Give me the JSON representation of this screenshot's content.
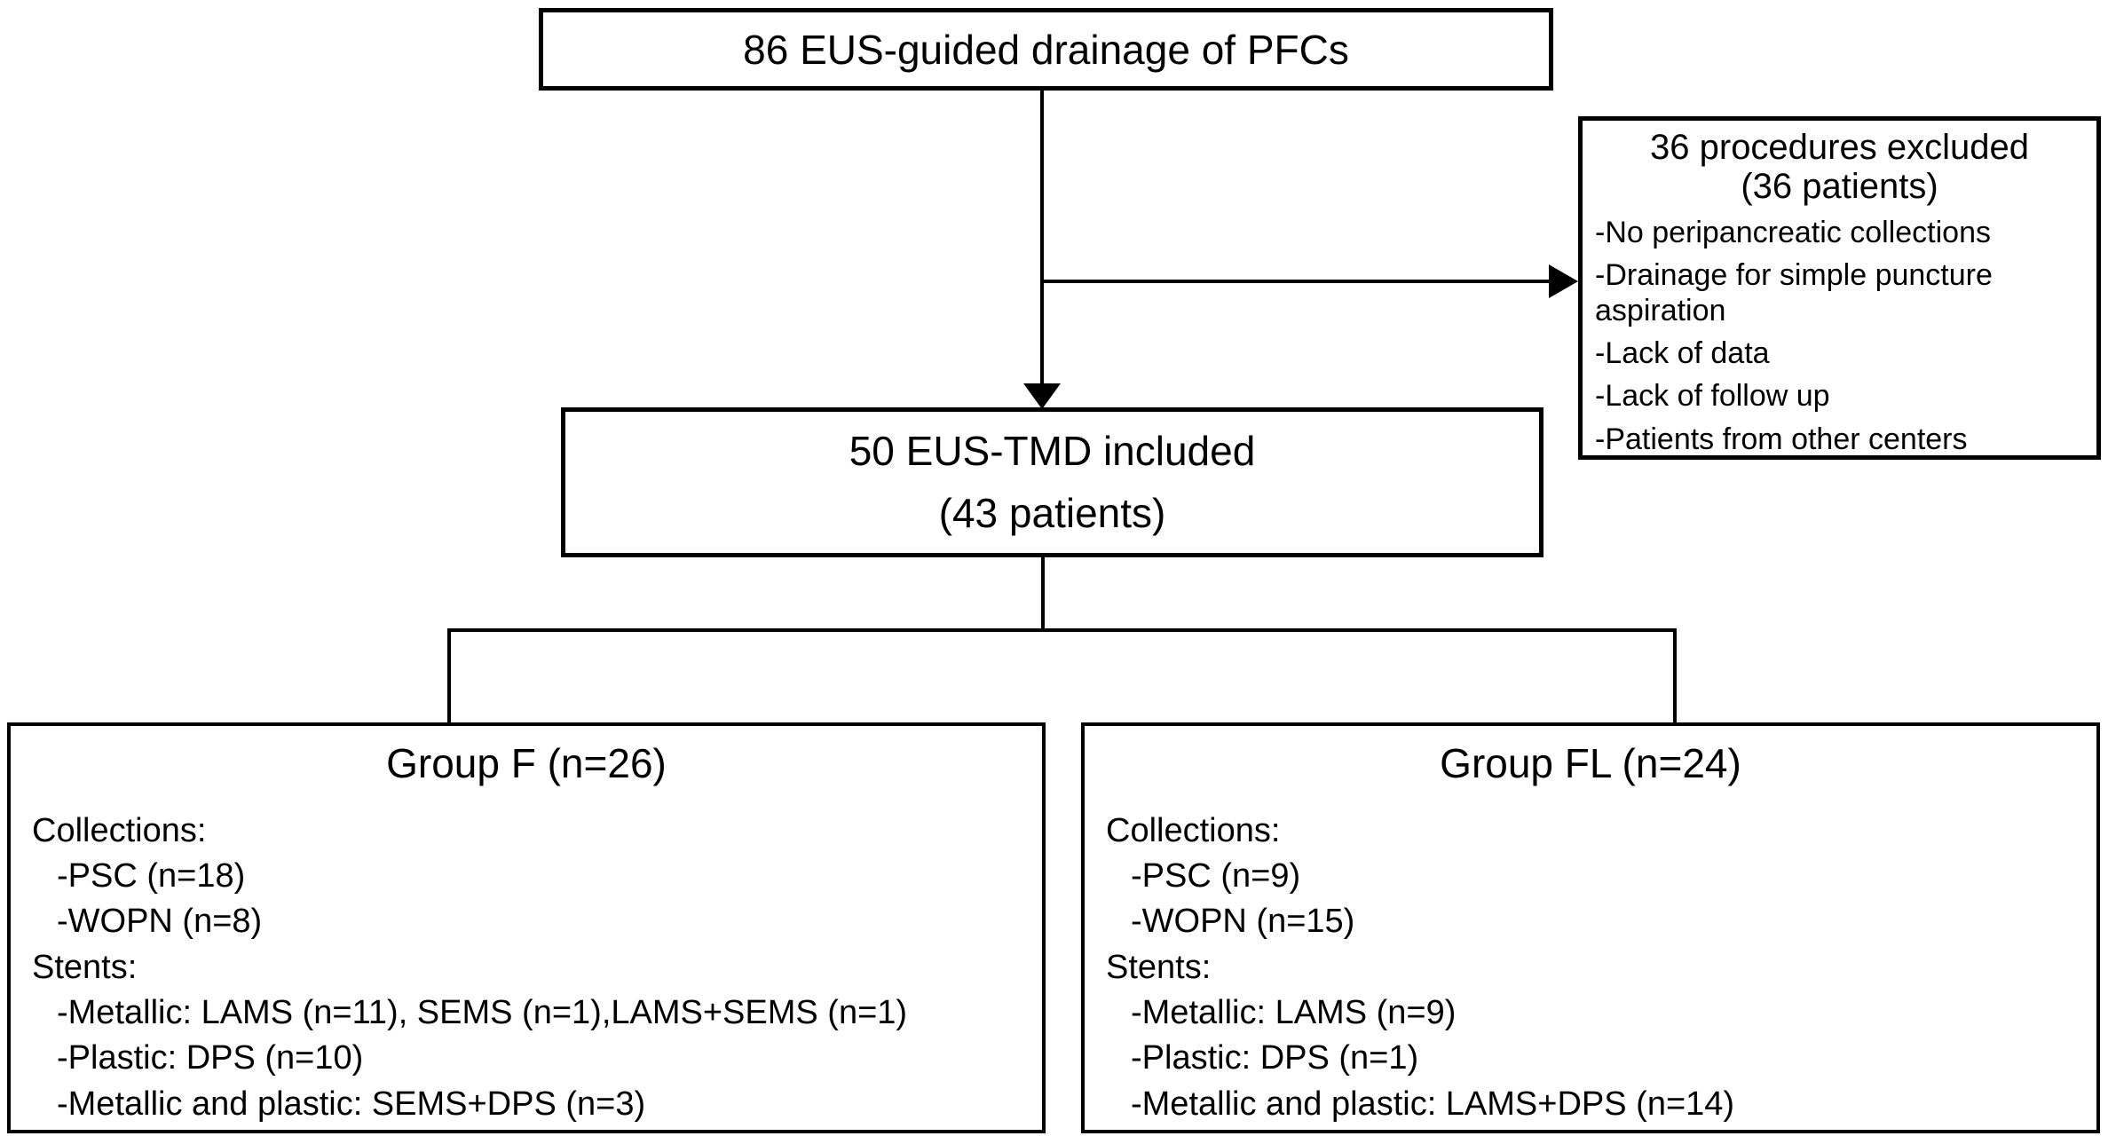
{
  "figure": {
    "background": "#ffffff",
    "line_color": "#000000",
    "source_box": {
      "text": "86 EUS-guided drainage of PFCs"
    },
    "excluded_box": {
      "title_line1": "36 procedures excluded",
      "title_line2": "(36 patients)",
      "items": [
        "-No peripancreatic collections",
        "-Drainage for simple puncture aspiration",
        "-Lack of data",
        "-Lack of follow up",
        "-Patients from other centers"
      ]
    },
    "included_box": {
      "line1": "50 EUS-TMD included",
      "line2": "(43 patients)"
    },
    "group_f": {
      "title": "Group F (n=26)",
      "collections_label": "Collections:",
      "collections": [
        "-PSC (n=18)",
        "-WOPN (n=8)"
      ],
      "stents_label": "Stents:",
      "stents": [
        "-Metallic: LAMS (n=11), SEMS (n=1),LAMS+SEMS (n=1)",
        "-Plastic: DPS (n=10)",
        "-Metallic and plastic: SEMS+DPS (n=3)"
      ]
    },
    "group_fl": {
      "title": "Group FL (n=24)",
      "collections_label": "Collections:",
      "collections": [
        "-PSC (n=9)",
        "-WOPN (n=15)"
      ],
      "stents_label": "Stents:",
      "stents": [
        "-Metallic: LAMS (n=9)",
        "-Plastic: DPS (n=1)",
        "-Metallic and plastic: LAMS+DPS (n=14)"
      ]
    }
  }
}
